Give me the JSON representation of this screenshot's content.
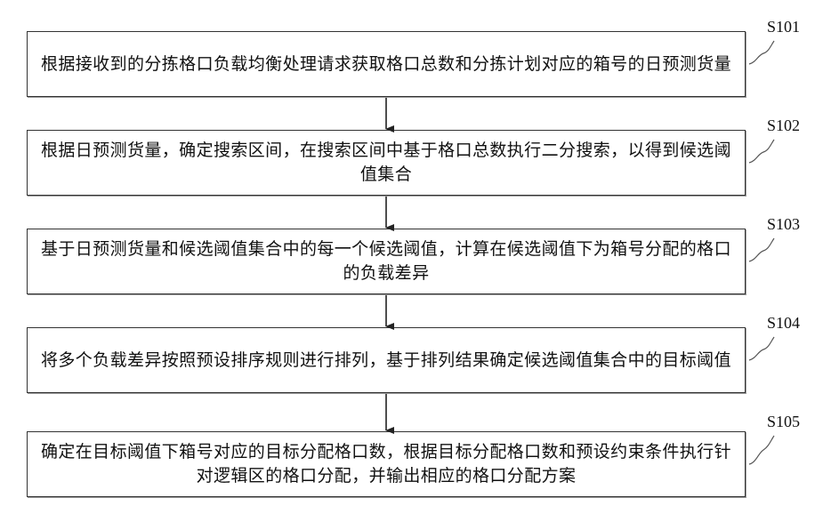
{
  "steps": [
    {
      "id": "S101",
      "text": "根据接收到的分拣格口负载均衡处理请求获取格口总数和分拣计划对应的箱号的日预测货量"
    },
    {
      "id": "S102",
      "text": "根据日预测货量，确定搜索区间，在搜索区间中基于格口总数执行二分搜索，以得到候选阈值集合"
    },
    {
      "id": "S103",
      "text": "基于日预测货量和候选阈值集合中的每一个候选阈值，计算在候选阈值下为箱号分配的格口的负载差异"
    },
    {
      "id": "S104",
      "text": "将多个负载差异按照预设排序规则进行排列，基于排列结果确定候选阈值集合中的目标阈值"
    },
    {
      "id": "S105",
      "text": "确定在目标阈值下箱号对应的目标分配格口数，根据目标分配格口数和预设约束条件执行针对逻辑区的格口分配，并输出相应的格口分配方案"
    }
  ]
}
